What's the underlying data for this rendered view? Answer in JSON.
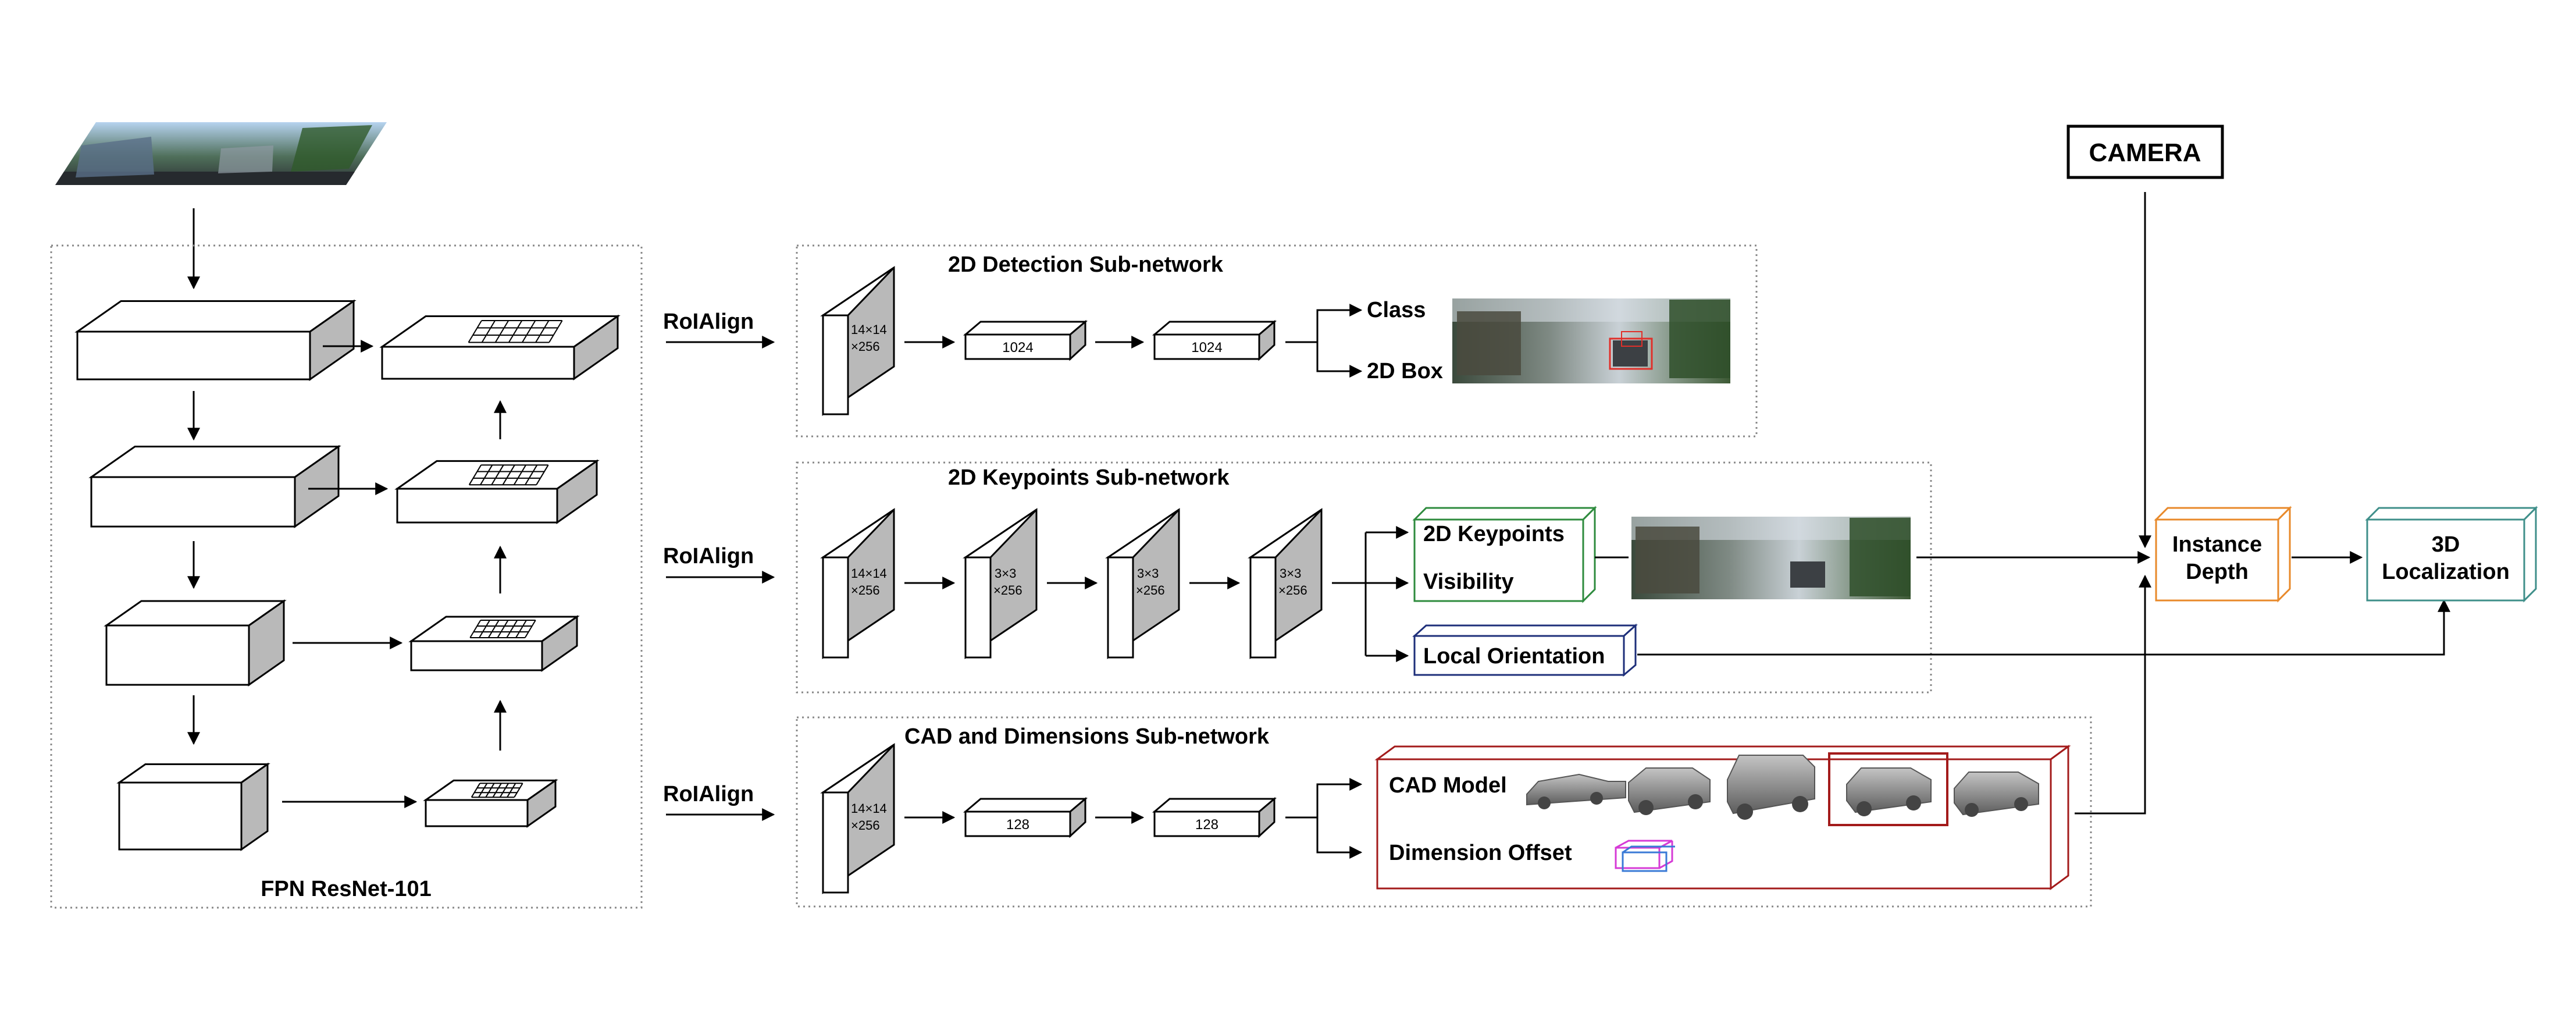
{
  "fpn": {
    "label": "FPN ResNet-101"
  },
  "roialign": [
    "RoIAlign",
    "RoIAlign",
    "RoIAlign"
  ],
  "detection": {
    "title": "2D Detection Sub-network",
    "roi_tensor": [
      "14×14",
      "×256"
    ],
    "fc1": "1024",
    "fc2": "1024",
    "out_class": "Class",
    "out_box": "2D Box"
  },
  "keypoints": {
    "title": "2D Keypoints Sub-network",
    "roi_tensor": [
      "14×14",
      "×256"
    ],
    "conv1": [
      "3×3",
      "×256"
    ],
    "conv2": [
      "3×3",
      "×256"
    ],
    "conv3": [
      "3×3",
      "×256"
    ],
    "out_keypoints": "2D Keypoints",
    "out_visibility": "Visibility",
    "out_orientation": "Local Orientation"
  },
  "cad": {
    "title": "CAD and Dimensions Sub-network",
    "roi_tensor": [
      "14×14",
      "×256"
    ],
    "fc1": "128",
    "fc2": "128",
    "out_cad": "CAD Model",
    "out_dim": "Dimension Offset"
  },
  "camera": "CAMERA",
  "instance_depth": [
    "Instance",
    "Depth"
  ],
  "localization": [
    "3D",
    "Localization"
  ],
  "colors": {
    "green": "#2e8b3e",
    "navy": "#1e2f7a",
    "red": "#a31b1b",
    "orange": "#e8892a",
    "teal": "#3f8f8a",
    "gray": "#b9b9b9",
    "dotted": "#888888"
  }
}
